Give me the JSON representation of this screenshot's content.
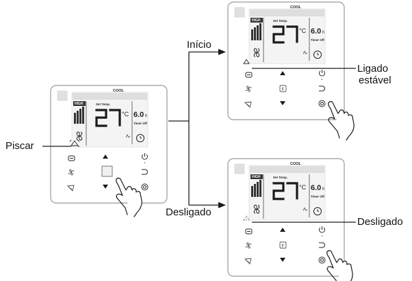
{
  "labels": {
    "piscar": "Piscar",
    "inicio": "Início",
    "ligado_line1": "Ligado",
    "ligado_line2": "estável",
    "desligado_top": "Desligado",
    "desligado_right": "Desligado"
  },
  "display": {
    "mode": "COOL",
    "fan_speed": "HIGH",
    "set_temp_label": "Set Temp.",
    "temperature": "27",
    "unit": "°C",
    "timer_value": "6.0",
    "timer_unit": "h",
    "timer_label": "Timer Off",
    "f_key": "F"
  },
  "icons": {
    "status_icon": "louver-icon",
    "fan_icon": "fan-icon",
    "menu_icon": "menu-icon",
    "power_icon": "power-icon",
    "back_icon": "back-icon",
    "ok_icon": "confirm-icon",
    "swing_icon": "swing-icon",
    "up_icon": "up-arrow-icon",
    "down_icon": "down-arrow-icon",
    "hand_icon": "pointing-hand-icon"
  }
}
